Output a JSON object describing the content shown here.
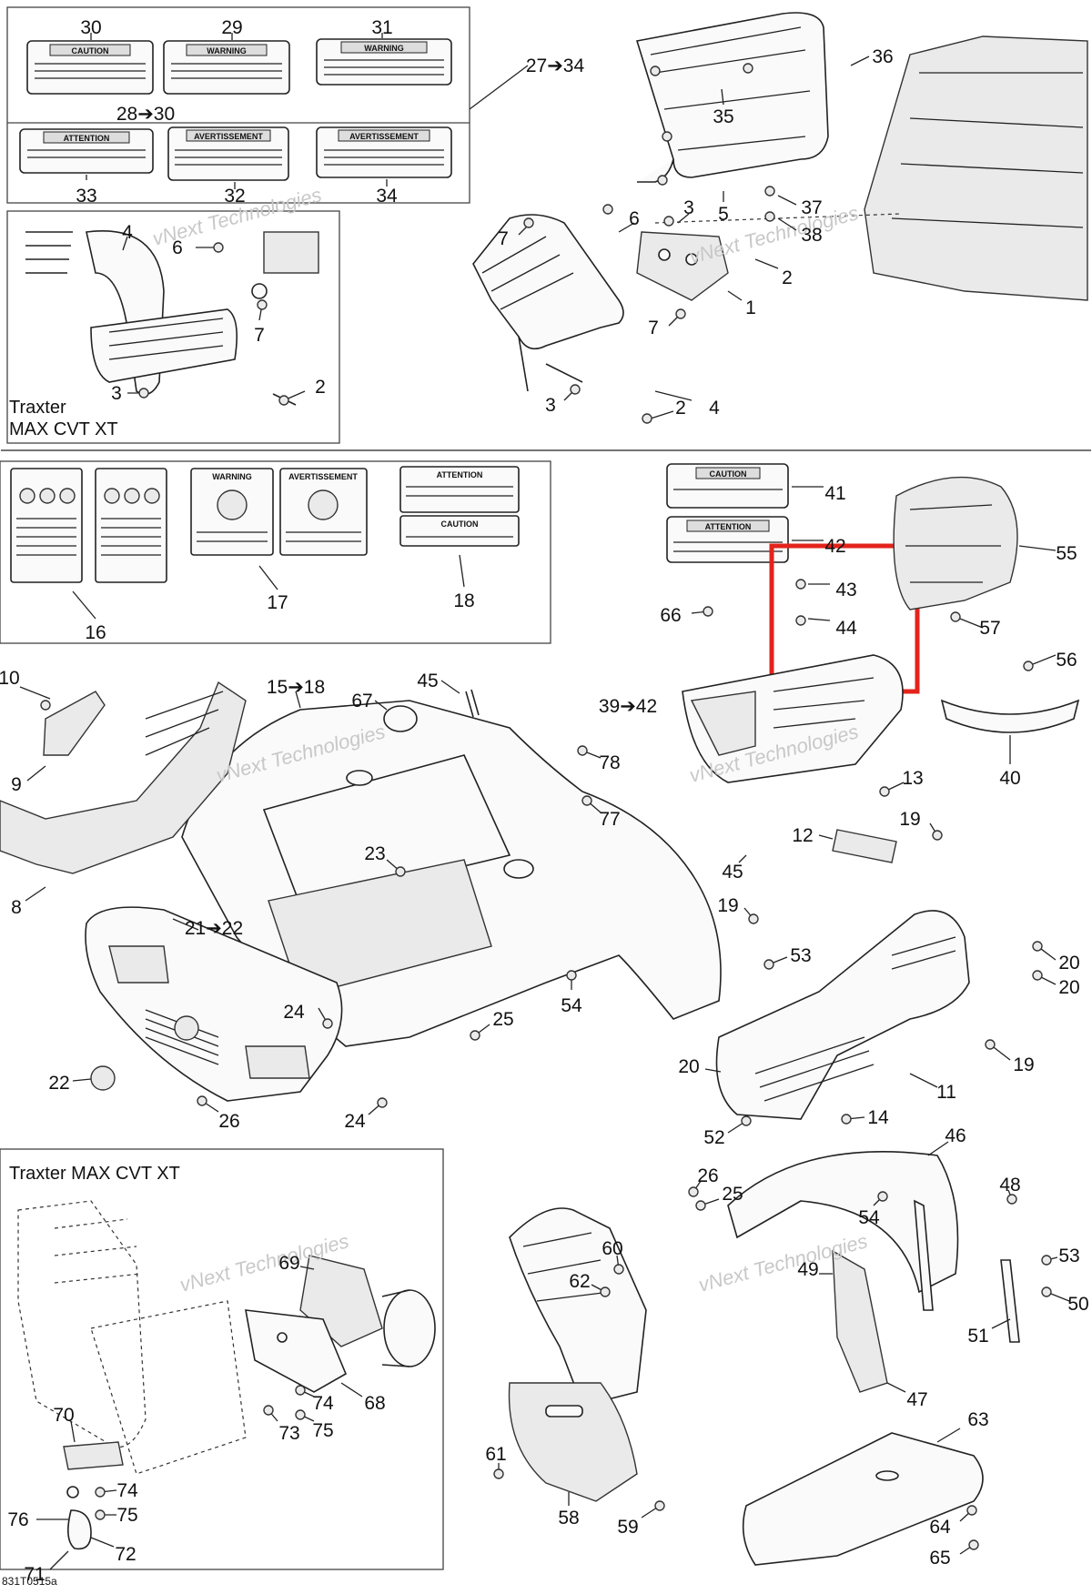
{
  "figure_code": "831T0515a",
  "watermark": "vNext Technologies",
  "model_labels": {
    "top_left": "Traxter\nMAX CVT XT",
    "top_left_line1": "Traxter",
    "top_left_line2": "MAX CVT XT",
    "bottom_left": "Traxter MAX CVT XT"
  },
  "decals": {
    "d30": "CAUTION",
    "d29": "WARNING",
    "d31": "WARNING",
    "d33": "ATTENTION",
    "d32": "AVERTISSEMENT",
    "d34": "AVERTISSEMENT",
    "d41": "CAUTION",
    "d42": "ATTENTION",
    "d17a": "WARNING",
    "d17b": "AVERTISSEMENT",
    "d18a": "ATTENTION",
    "d18b": "CAUTION"
  },
  "callouts": {
    "c28_30": "28➔30",
    "c27_34": "27➔34",
    "c15_18": "15➔18",
    "c39_42": "39➔42",
    "c21_22": "21➔22"
  },
  "highlight": {
    "color": "#e3241b",
    "items": [
      "43",
      "44"
    ]
  },
  "part_numbers": [
    "30",
    "29",
    "31",
    "33",
    "32",
    "34",
    "36",
    "35",
    "5",
    "37",
    "38",
    "7",
    "6",
    "3",
    "2",
    "1",
    "4",
    "16",
    "17",
    "18",
    "41",
    "42",
    "43",
    "44",
    "55",
    "57",
    "56",
    "40",
    "66",
    "10",
    "9",
    "8",
    "15",
    "67",
    "45",
    "23",
    "21",
    "22",
    "24",
    "26",
    "25",
    "54",
    "78",
    "77",
    "19",
    "53",
    "13",
    "12",
    "20",
    "11",
    "14",
    "52",
    "46",
    "48",
    "50",
    "51",
    "47",
    "49",
    "60",
    "62",
    "58",
    "59",
    "61",
    "63",
    "64",
    "65",
    "69",
    "68",
    "73",
    "74",
    "75",
    "70",
    "71",
    "72",
    "76"
  ]
}
